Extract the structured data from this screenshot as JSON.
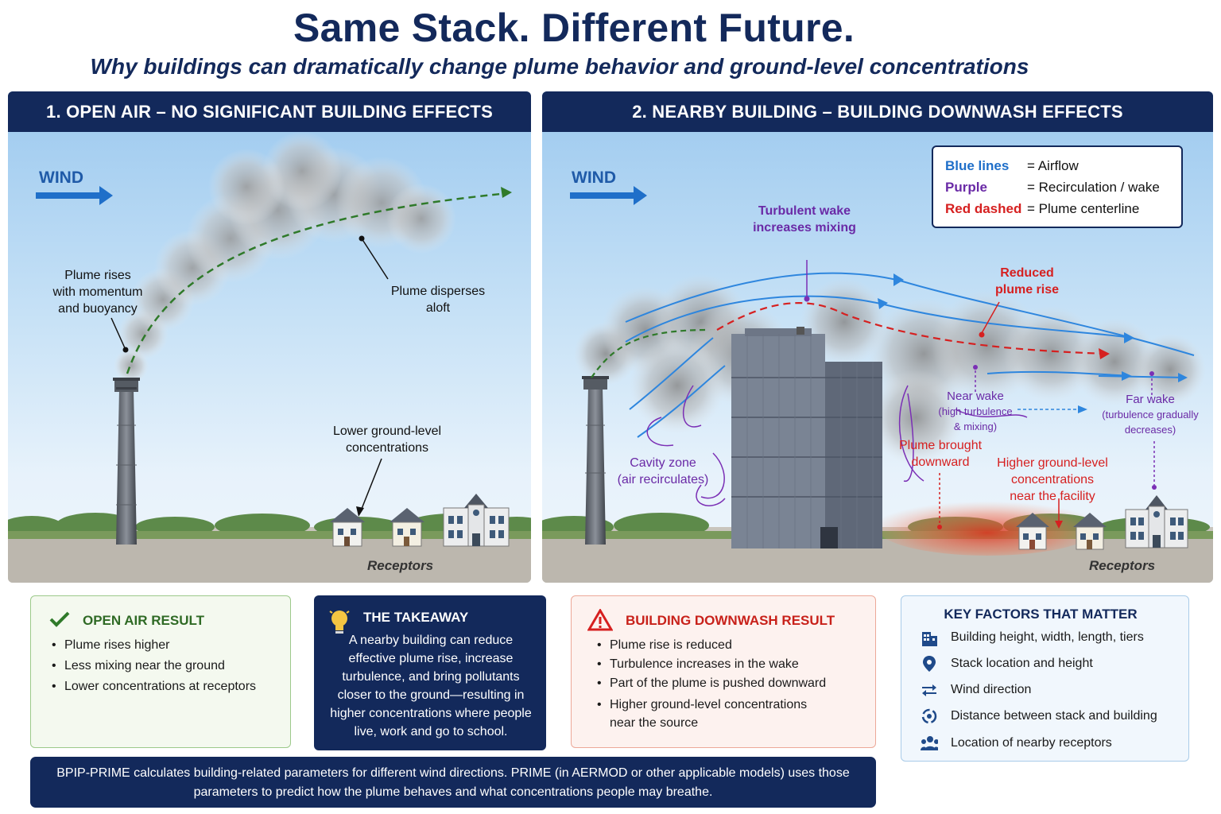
{
  "title": "Same Stack. Different Future.",
  "subtitle": "Why buildings can dramatically change plume behavior and ground-level concentrations",
  "colors": {
    "navy": "#13295b",
    "airflow_blue": "#2e86de",
    "recirculation_purple": "#7b2fb5",
    "centerline_red": "#d62020",
    "green": "#2f7a2a"
  },
  "panel1": {
    "heading": "1. OPEN AIR – NO SIGNIFICANT BUILDING EFFECTS",
    "wind": "WIND",
    "label_rise": "Plume rises\nwith momentum\nand buoyancy",
    "label_disperse": "Plume disperses\naloft",
    "label_lower": "Lower ground-level\nconcentrations",
    "receptors": "Receptors"
  },
  "panel2": {
    "heading": "2. NEARBY BUILDING – BUILDING DOWNWASH EFFECTS",
    "wind": "WIND",
    "legend": [
      {
        "key": "Blue lines",
        "value": "= Airflow",
        "color": "#1f6fc9"
      },
      {
        "key": "Purple",
        "value": "= Recirculation / wake",
        "color": "#6a2aa6"
      },
      {
        "key": "Red dashed",
        "value": "= Plume centerline",
        "color": "#d62020"
      }
    ],
    "label_turbulent": "Turbulent wake\nincreases mixing",
    "label_reduced": "Reduced\nplume rise",
    "label_near_wake": "Near wake",
    "label_near_wake_sub": "(high turbulence\n& mixing)",
    "label_far_wake": "Far wake",
    "label_far_wake_sub": "(turbulence gradually\ndecreases)",
    "label_cavity": "Cavity zone\n(air recirculates)",
    "label_brought": "Plume brought\ndownward",
    "label_higher": "Higher ground-level\nconcentrations\nnear the facility",
    "receptors": "Receptors"
  },
  "open_air": {
    "heading": "OPEN AIR RESULT",
    "items": [
      "Plume rises higher",
      "Less mixing near the ground",
      "Lower concentrations at receptors"
    ]
  },
  "takeaway": {
    "heading": "THE TAKEAWAY",
    "text": "A nearby building can reduce effective plume rise, increase turbulence, and bring pollutants closer to the ground—resulting in higher concentrations where people live, work and go to school."
  },
  "downwash": {
    "heading": "BUILDING DOWNWASH RESULT",
    "items": [
      "Plume rise is reduced",
      "Turbulence increases in the wake",
      "Part of the plume is pushed downward",
      "Higher ground-level concentrations\nnear the source"
    ]
  },
  "factors": {
    "heading": "KEY FACTORS THAT MATTER",
    "items": [
      {
        "icon": "building-icon",
        "text": "Building height, width, length, tiers"
      },
      {
        "icon": "location-pin-icon",
        "text": "Stack location and height"
      },
      {
        "icon": "wind-arrows-icon",
        "text": "Wind direction"
      },
      {
        "icon": "distance-icon",
        "text": "Distance between stack and building"
      },
      {
        "icon": "people-icon",
        "text": "Location of nearby receptors"
      }
    ]
  },
  "footer": "BPIP-PRIME calculates building-related parameters for different wind directions. PRIME (in AERMOD or other applicable models) uses those parameters to predict how the plume behaves and what concentrations people may breathe."
}
